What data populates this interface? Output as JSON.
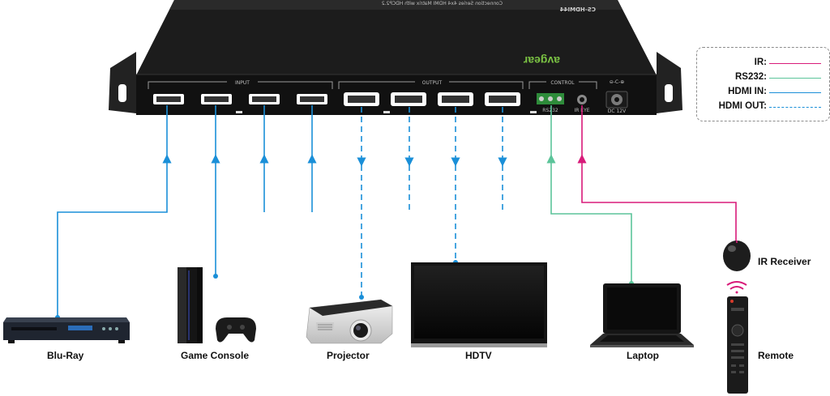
{
  "device": {
    "brand": "avgear",
    "model": "CS-HDMI44",
    "subtitle": "Connection Series 4x4 HDMI Matrix with HDCP2.2",
    "sections": {
      "input": "INPUT",
      "output": "OUTPUT",
      "control": "CONTROL"
    },
    "ports": {
      "rs232": "RS232",
      "ir_eye": "IR EYE",
      "dc": "DC 12V"
    }
  },
  "legend": {
    "items": [
      {
        "label": "IR:",
        "color": "#d81b7a",
        "style": "solid"
      },
      {
        "label": "RS232:",
        "color": "#5cc49a",
        "style": "solid"
      },
      {
        "label": "HDMI IN:",
        "color": "#1a8fd8",
        "style": "solid"
      },
      {
        "label": "HDMI OUT:",
        "color": "#1a8fd8",
        "style": "dashed"
      }
    ]
  },
  "devices": {
    "bluray": "Blu-Ray",
    "console": "Game Console",
    "projector": "Projector",
    "hdtv": "HDTV",
    "laptop": "Laptop",
    "ir_receiver": "IR Receiver",
    "remote": "Remote"
  },
  "colors": {
    "hdmi": "#1a8fd8",
    "rs232": "#5cc49a",
    "ir": "#d81b7a",
    "chassis": "#1c1c1c"
  }
}
